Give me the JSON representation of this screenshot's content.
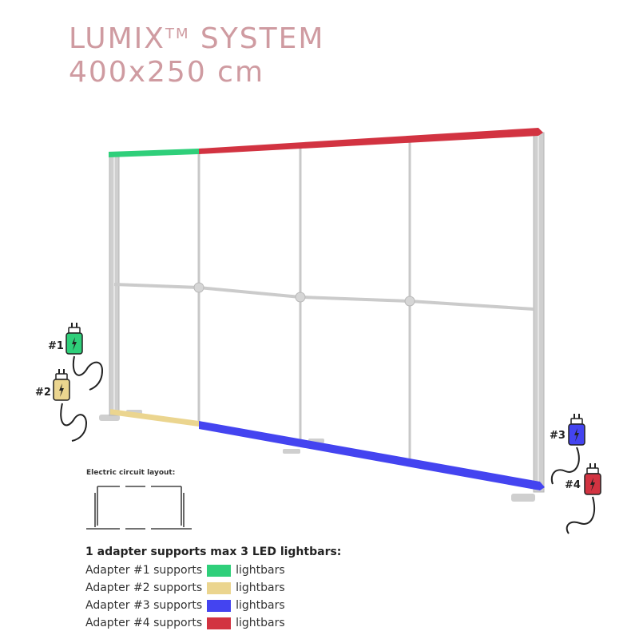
{
  "title": {
    "line1_text": "LUMIX",
    "line1_tm": "TM",
    "line1_rest": " SYSTEM",
    "line2": "400x250 cm"
  },
  "colors": {
    "title": "#cf9ba1",
    "adapter1": "#2fcf7a",
    "adapter2": "#ebd58f",
    "adapter3": "#4444f0",
    "adapter4": "#d23341",
    "frame": "#c9c9c9"
  },
  "plugs": [
    {
      "label": "#1",
      "color": "#2fcf7a",
      "icon": "power-plug-icon"
    },
    {
      "label": "#2",
      "color": "#ebd58f",
      "icon": "power-plug-icon"
    },
    {
      "label": "#3",
      "color": "#4444f0",
      "icon": "power-plug-icon"
    },
    {
      "label": "#4",
      "color": "#d23341",
      "icon": "power-plug-icon"
    }
  ],
  "circuit": {
    "title": "Electric circuit layout:"
  },
  "legend": {
    "heading": "1 adapter supports max 3 LED lightbars:",
    "rows": [
      {
        "prefix": "Adapter #1 supports",
        "suffix": "lightbars",
        "color": "#2fcf7a"
      },
      {
        "prefix": "Adapter #2 supports",
        "suffix": "lightbars",
        "color": "#ebd58f"
      },
      {
        "prefix": "Adapter #3 supports",
        "suffix": "lightbars",
        "color": "#4444f0"
      },
      {
        "prefix": "Adapter #4 supports",
        "suffix": "lightbars",
        "color": "#d23341"
      }
    ]
  }
}
